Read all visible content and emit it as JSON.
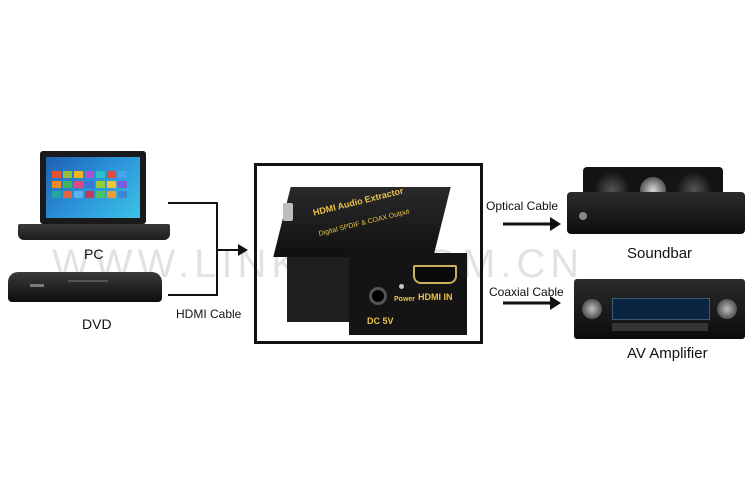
{
  "watermark": "WWW.LINK-MI.COM.CN",
  "inputs": {
    "pc_label": "PC",
    "dvd_label": "DVD",
    "cable_label": "HDMI Cable"
  },
  "device": {
    "title": "HDMI Audio Extractor",
    "subtitle": "Digital SPDIF & COAX Output",
    "dc_label": "DC 5V",
    "power_label": "Power",
    "hdmi_label": "HDMI IN"
  },
  "outputs": {
    "optical_label": "Optical Cable",
    "coaxial_label": "Coaxial Cable",
    "soundbar_label": "Soundbar",
    "amplifier_label": "AV Amplifier"
  },
  "colors": {
    "line": "#111111",
    "device_text": "#e8c24a"
  }
}
